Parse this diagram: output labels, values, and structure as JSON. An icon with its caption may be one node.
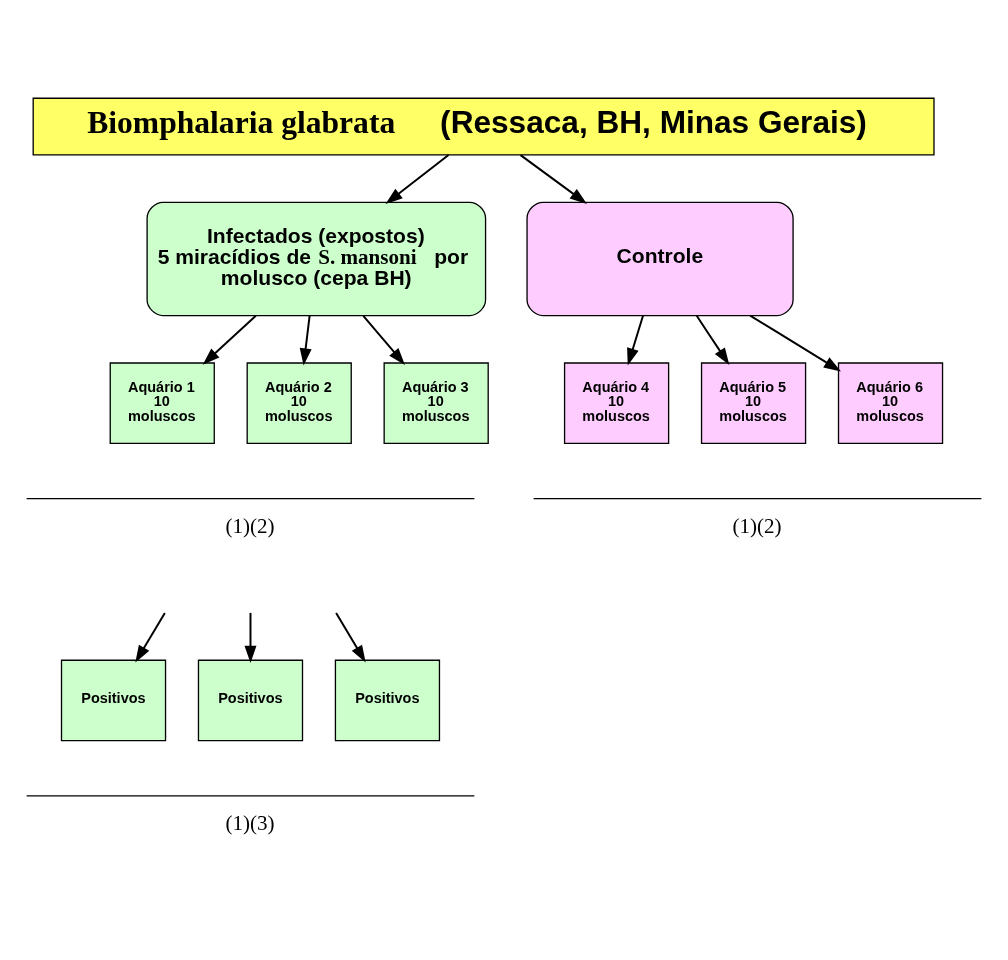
{
  "diagram": {
    "nodes": [
      {
        "text": [
          "*Biomphalaria glabrata* (Ressaca, BH, Minas Gerais)"
        ]
      },
      {
        "text": [
          "Infectados (expostos) 5 miracídios de *S. mansoni* por molusco (cepa BH)"
        ]
      },
      {
        "text": [
          "Controle"
        ]
      },
      {
        "text": [
          "Aquário 1 10 moluscos"
        ]
      },
      {
        "text": [
          "Aquário 2 10 moluscos"
        ]
      },
      {
        "text": [
          "Aquário 3 10 moluscos"
        ]
      },
      {
        "text": [
          "Aquário 4 10 moluscos"
        ]
      },
      {
        "text": [
          "Aquário 5 10 moluscos"
        ]
      },
      {
        "text": [
          "Aquário 6 10 moluscos"
        ]
      },
      {
        "text": [
          "Positivos"
        ]
      },
      {
        "text": [
          "Positivos"
        ]
      },
      {
        "text": [
          "Positivos"
        ]
      }
    ],
    "edges": [
      {
        "from": 0,
        "to": 1,
        "arrow": "to"
      },
      {
        "from": 0,
        "to": 2,
        "arrow": "to"
      },
      {
        "from": 1,
        "to": 3,
        "arrow": "to"
      },
      {
        "from": 1,
        "to": 4,
        "arrow": "to"
      },
      {
        "from": 1,
        "to": 5,
        "arrow": "to"
      },
      {
        "from": 2,
        "to": 6,
        "arrow": "to"
      },
      {
        "from": 2,
        "to": 7,
        "arrow": "to"
      },
      {
        "from": 2,
        "to": 8,
        "arrow": "to"
      },
      {
        "from": null,
        "to": 9,
        "arrow": "to"
      },
      {
        "from": null,
        "to": 10,
        "arrow": "to"
      },
      {
        "from": null,
        "to": 11,
        "arrow": "to"
      }
    ],
    "labels": [
      "(1)(2)",
      "(1)(2)",
      "(1)(3)"
    ]
  }
}
